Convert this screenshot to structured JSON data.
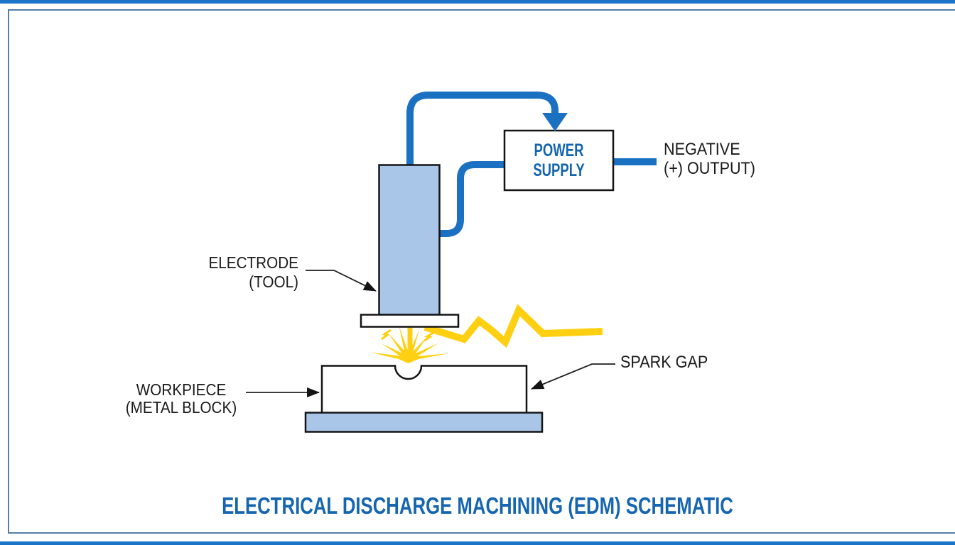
{
  "title": "ELECTRICAL DISCHARGE MACHINING (EDM) SCHEMATIC",
  "power_supply": {
    "line1": "POWER",
    "line2": "SUPPLY"
  },
  "output_label": {
    "line1": "NEGATIVE",
    "line2": "(+) OUTPUT)"
  },
  "electrode_label": {
    "line1": "ELECTRODE",
    "line2": "(TOOL)"
  },
  "workpiece_label": {
    "line1": "WORKPIECE",
    "line2": "(METAL BLOCK)"
  },
  "spark_gap_label": "SPARK GAP",
  "colors": {
    "wire_blue": "#1B71C1",
    "component_fill": "#A9C6E8",
    "supply_text_blue": "#1465AE",
    "title_blue": "#1565B0",
    "spark_yellow": "#FFD012",
    "outline_black": "#141414",
    "label_black": "#1A1A1A",
    "accent_bar_blue": "#1B74C8",
    "frame_border_blue": "#527FA6"
  }
}
